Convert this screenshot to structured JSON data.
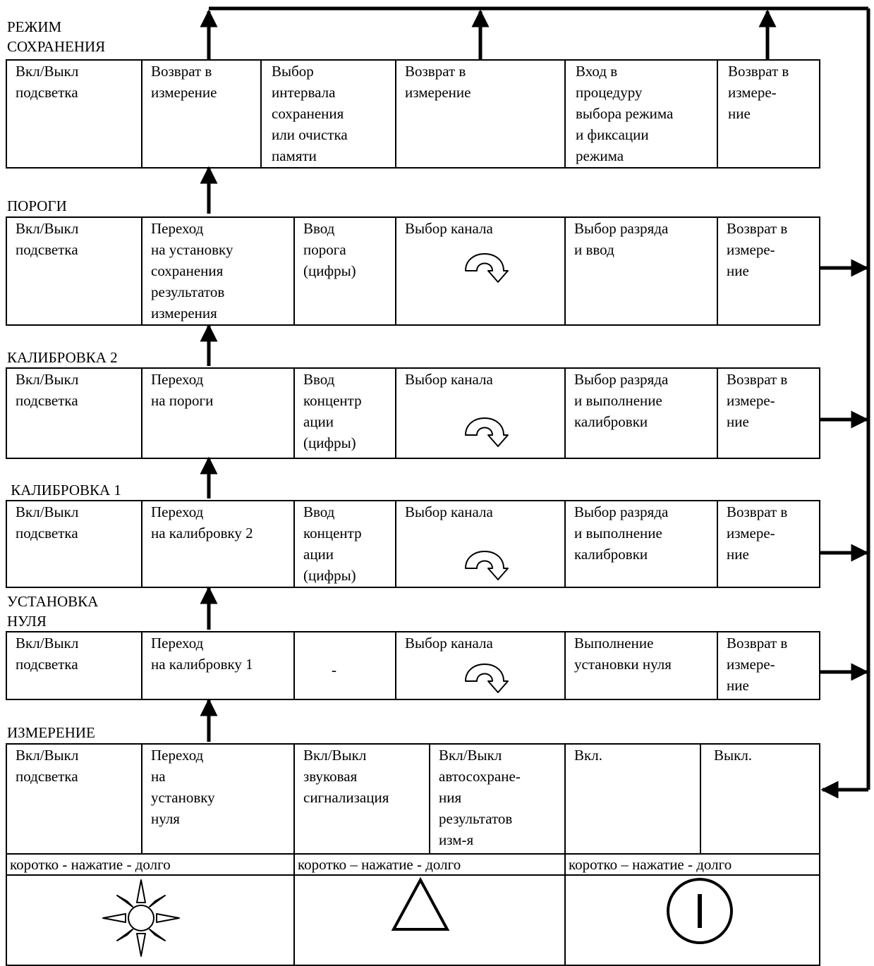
{
  "sections": {
    "storage": {
      "title": "РЕЖИМ\nСОХРАНЕНИЯ",
      "cells": [
        "Вкл/Выкл\nподсветка",
        " Возврат в\nизмерение",
        "Выбор\nинтервала\nсохранения\nили очистка\nпамяти",
        " Возврат в\nизмерение",
        "Вход в\nпроцедуру\nвыбора режима\nи фиксации\nрежима",
        "Возврат в\nизмере-\nние"
      ]
    },
    "thresholds": {
      "title": "ПОРОГИ",
      "cells": [
        "Вкл/Выкл\nподсветка",
        "Переход\nна установку\nсохранения\nрезультатов\nизмерения",
        "Ввод\nпорога\n(цифры)",
        "Выбор канала",
        "Выбор разряда\nи ввод",
        "Возврат в\nизмере-\nние"
      ]
    },
    "calibration2": {
      "title": "КАЛИБРОВКА 2",
      "cells": [
        "Вкл/Выкл\nподсветка",
        "Переход\nна пороги",
        "Ввод\nконцентр\nации\n(цифры)",
        "Выбор канала",
        "Выбор разряда\nи выполнение\nкалибровки",
        "Возврат в\nизмере-\nние"
      ]
    },
    "calibration1": {
      "title": " КАЛИБРОВКА 1",
      "cells": [
        "Вкл/Выкл\nподсветка",
        "Переход\nна калибровку 2",
        "Ввод\nконцентр\nации\n(цифры)",
        "Выбор канала",
        "Выбор разряда\nи выполнение\nкалибровки",
        "Возврат в\nизмере-\nние"
      ]
    },
    "zero": {
      "title": "УСТАНОВКА\nНУЛЯ",
      "cells": [
        "Вкл/Выкл\nподсветка",
        "Переход\nна калибровку 1",
        "-",
        "Выбор канала",
        "Выполнение\nустановки нуля",
        "Возврат в\nизмере-\nние"
      ]
    },
    "measurement": {
      "title": "ИЗМЕРЕНИЕ",
      "cells": [
        "Вкл/Выкл\nподсветка",
        "Переход\nна\nустановку\nнуля",
        "Вкл/Выкл\nзвуковая\nсигнализация",
        "Вкл/Выкл\nавтосохране-\nния\nрезультатов\nизм-я",
        "Вкл.",
        "Выкл."
      ]
    }
  },
  "captions": [
    "коротко - нажатие - долго",
    "коротко – нажатие - долго",
    "коротко – нажатие - долго"
  ],
  "buttons": [
    "sun-icon",
    "triangle-icon",
    "power-icon"
  ],
  "channel_icon": "rotate-arrow-icon"
}
